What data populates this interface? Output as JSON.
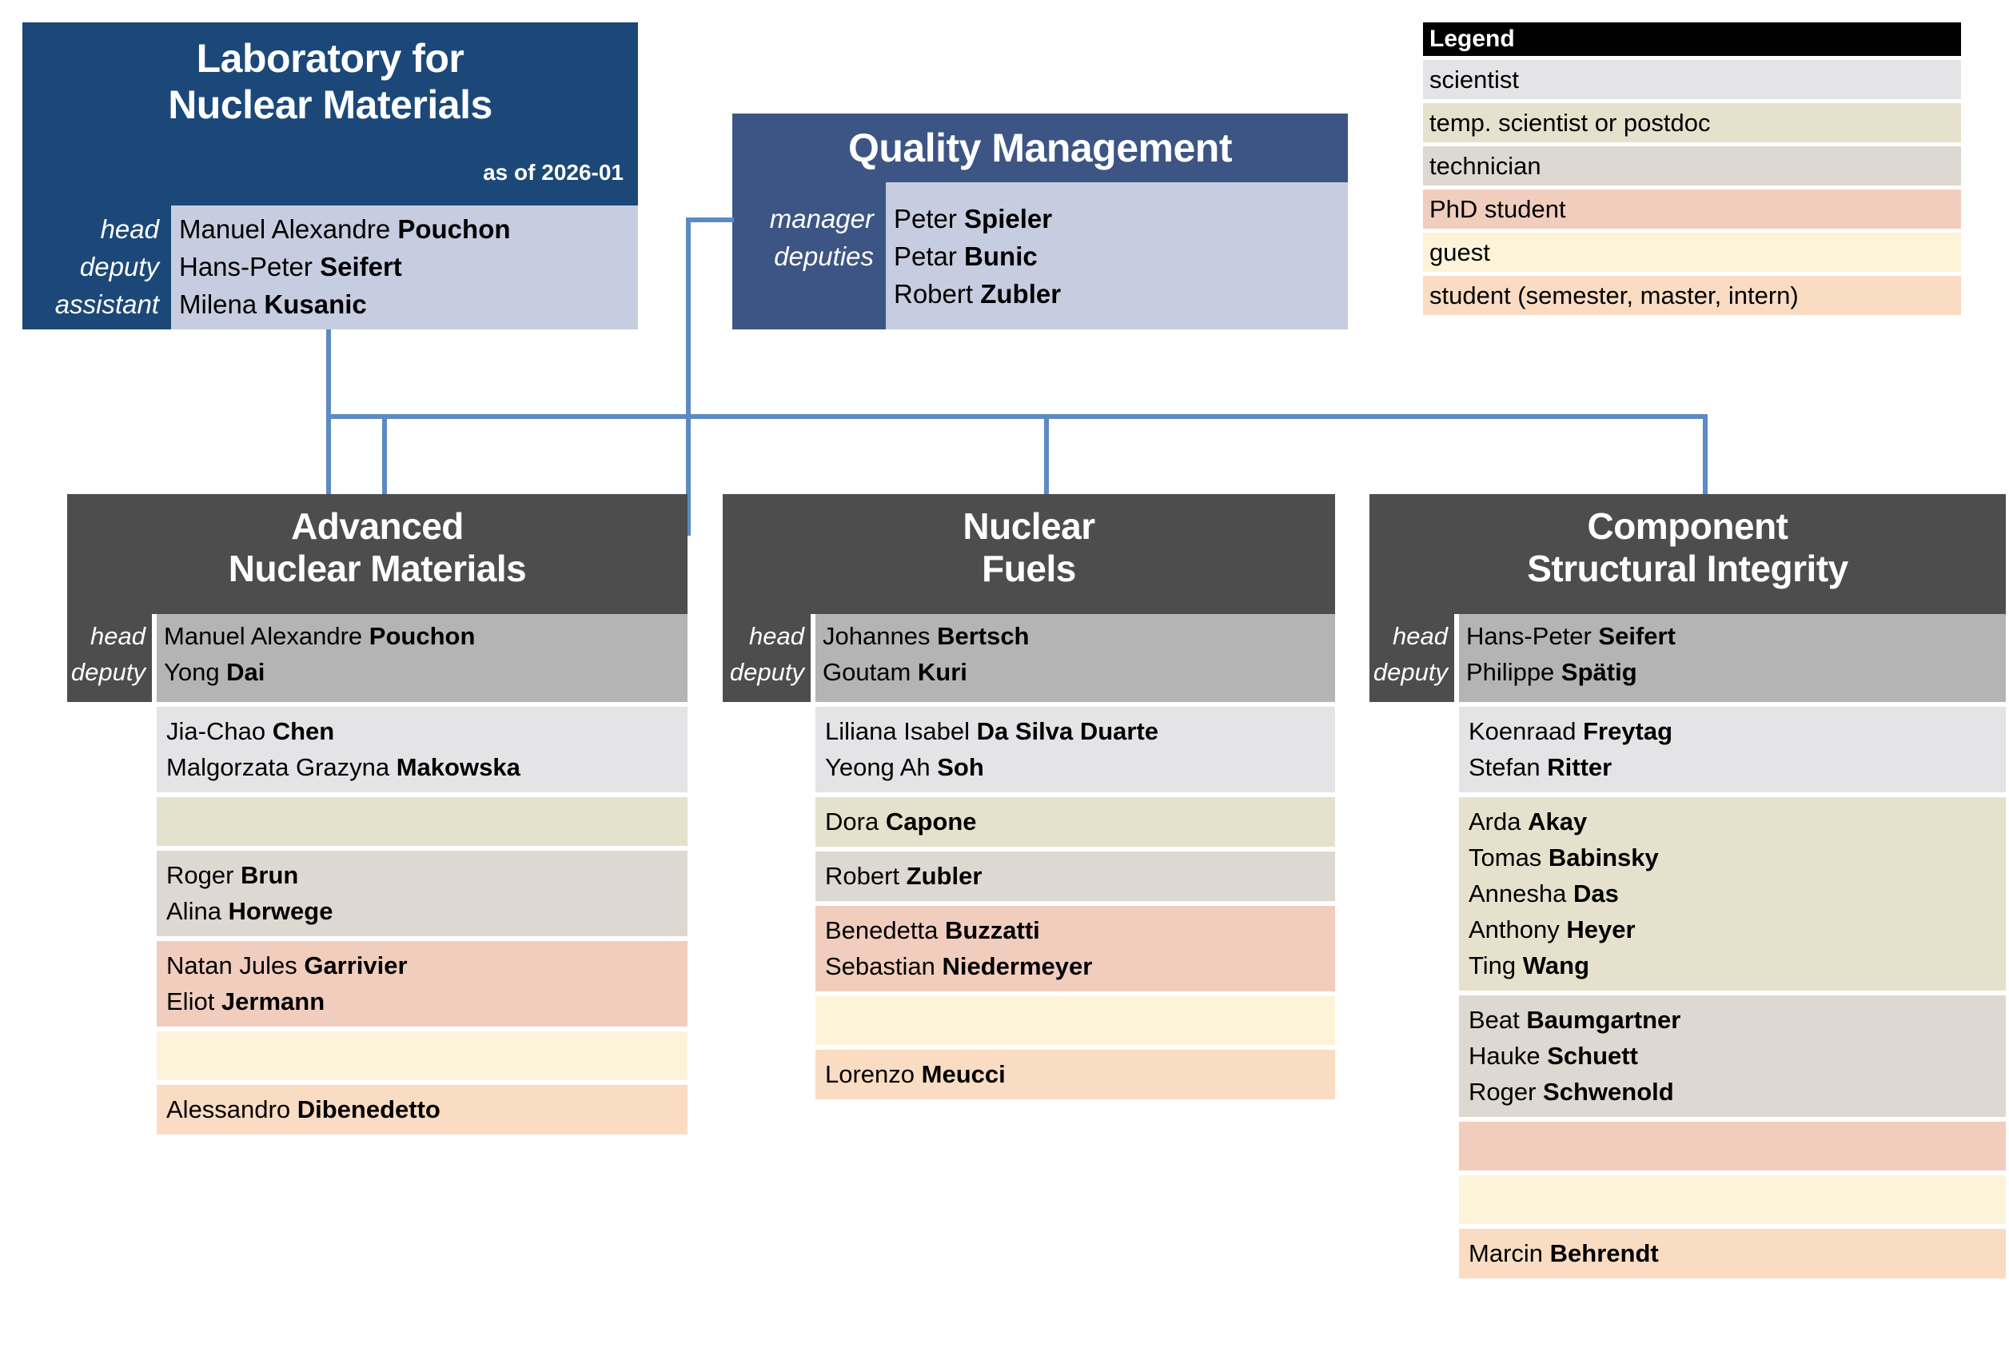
{
  "lab": {
    "title_line1": "Laboratory for",
    "title_line2": "Nuclear Materials",
    "as_of": "as of 2026-01",
    "roles": [
      "head",
      "deputy",
      "assistant"
    ],
    "people": [
      "Manuel Alexandre Pouchon",
      "Hans-Peter Seifert",
      "Milena Kusanic"
    ],
    "people_html": [
      "Manuel Alexandre <b>Pouchon</b>",
      "Hans-Peter <b>Seifert</b>",
      "Milena <b>Kusanic</b>"
    ],
    "header_color": "#1b4878",
    "body_color": "#c7cde0"
  },
  "quality_management": {
    "title": "Quality Management",
    "roles": [
      "manager",
      "deputies"
    ],
    "people": [
      "Peter Spieler",
      "Petar Bunic",
      "Robert Zubler"
    ],
    "people_html": [
      "Peter <b>Spieler</b>",
      "Petar <b>Bunic</b>",
      "Robert <b>Zubler</b>"
    ],
    "header_color": "#3c5584",
    "body_color": "#c7cde0"
  },
  "legend": {
    "title": "Legend",
    "title_bg": "#000000",
    "items": [
      {
        "label": "scientist",
        "color": "#e4e4e6"
      },
      {
        "label": "temp. scientist or postdoc",
        "color": "#e5e1cd"
      },
      {
        "label": "technician",
        "color": "#ded8d2"
      },
      {
        "label": "PhD student",
        "color": "#f1cdbe"
      },
      {
        "label": "guest",
        "color": "#fdf3d9"
      },
      {
        "label": "student (semester, master, intern)",
        "color": "#fadcc3"
      }
    ]
  },
  "connector_color": "#5b8ac4",
  "groups": [
    {
      "title_line1": "Advanced",
      "title_line2": "Nuclear Materials",
      "roles": [
        "head",
        "deputy"
      ],
      "leaders": [
        "Manuel Alexandre Pouchon",
        "Yong Dai"
      ],
      "leaders_html": [
        "Manuel Alexandre <b>Pouchon</b>",
        "Yong <b>Dai</b>"
      ],
      "categories": [
        {
          "legend": "scientist",
          "color": "#e4e4e6",
          "members": [
            "Jia-Chao Chen",
            "Malgorzata Grazyna Makowska"
          ],
          "members_html": [
            "Jia-Chao <b>Chen</b>",
            "Malgorzata Grazyna <b>Makowska</b>"
          ]
        },
        {
          "legend": "temp. scientist or postdoc",
          "color": "#e5e1cd",
          "members": [],
          "members_html": []
        },
        {
          "legend": "technician",
          "color": "#ded8d2",
          "members": [
            "Roger Brun",
            "Alina Horwege"
          ],
          "members_html": [
            "Roger <b>Brun</b>",
            "Alina <b>Horwege</b>"
          ]
        },
        {
          "legend": "PhD student",
          "color": "#f1cdbe",
          "members": [
            "Natan Jules Garrivier",
            "Eliot Jermann"
          ],
          "members_html": [
            "Natan Jules <b>Garrivier</b>",
            "Eliot <b>Jermann</b>"
          ]
        },
        {
          "legend": "guest",
          "color": "#fdf3d9",
          "members": [],
          "members_html": []
        },
        {
          "legend": "student (semester, master, intern)",
          "color": "#fadcc3",
          "members": [
            "Alessandro Dibenedetto"
          ],
          "members_html": [
            "Alessandro <b>Dibenedetto</b>"
          ]
        }
      ]
    },
    {
      "title_line1": "Nuclear",
      "title_line2": "Fuels",
      "roles": [
        "head",
        "deputy"
      ],
      "leaders": [
        "Johannes Bertsch",
        "Goutam Kuri"
      ],
      "leaders_html": [
        "Johannes <b>Bertsch</b>",
        "Goutam <b>Kuri</b>"
      ],
      "categories": [
        {
          "legend": "scientist",
          "color": "#e4e4e6",
          "members": [
            "Liliana Isabel Da Silva Duarte",
            "Yeong Ah Soh"
          ],
          "members_html": [
            "Liliana Isabel <b>Da Silva Duarte</b>",
            "Yeong Ah <b>Soh</b>"
          ]
        },
        {
          "legend": "temp. scientist or postdoc",
          "color": "#e5e1cd",
          "members": [
            "Dora Capone"
          ],
          "members_html": [
            "Dora <b>Capone</b>"
          ]
        },
        {
          "legend": "technician",
          "color": "#ded8d2",
          "members": [
            "Robert Zubler"
          ],
          "members_html": [
            "Robert <b>Zubler</b>"
          ]
        },
        {
          "legend": "PhD student",
          "color": "#f1cdbe",
          "members": [
            "Benedetta Buzzatti",
            "Sebastian Niedermeyer"
          ],
          "members_html": [
            "Benedetta <b>Buzzatti</b>",
            "Sebastian <b>Niedermeyer</b>"
          ]
        },
        {
          "legend": "guest",
          "color": "#fdf3d9",
          "members": [],
          "members_html": []
        },
        {
          "legend": "student (semester, master, intern)",
          "color": "#fadcc3",
          "members": [
            "Lorenzo Meucci"
          ],
          "members_html": [
            "Lorenzo <b>Meucci</b>"
          ]
        }
      ]
    },
    {
      "title_line1": "Component",
      "title_line2": "Structural Integrity",
      "roles": [
        "head",
        "deputy"
      ],
      "leaders": [
        "Hans-Peter Seifert",
        "Philippe Spätig"
      ],
      "leaders_html": [
        "Hans-Peter <b>Seifert</b>",
        "Philippe <b>Spätig</b>"
      ],
      "categories": [
        {
          "legend": "scientist",
          "color": "#e4e4e6",
          "members": [
            "Koenraad Freytag",
            "Stefan Ritter"
          ],
          "members_html": [
            "Koenraad <b>Freytag</b>",
            "Stefan <b>Ritter</b>"
          ]
        },
        {
          "legend": "temp. scientist or postdoc",
          "color": "#e5e1cd",
          "members": [
            "Arda Akay",
            "Tomas Babinsky",
            "Annesha Das",
            "Anthony Heyer",
            "Ting Wang"
          ],
          "members_html": [
            "Arda <b>Akay</b>",
            "Tomas <b>Babinsky</b>",
            "Annesha <b>Das</b>",
            "Anthony <b>Heyer</b>",
            "Ting <b>Wang</b>"
          ]
        },
        {
          "legend": "technician",
          "color": "#ded8d2",
          "members": [
            "Beat Baumgartner",
            "Hauke Schuett",
            "Roger Schwenold"
          ],
          "members_html": [
            "Beat <b>Baumgartner</b>",
            "Hauke <b>Schuett</b>",
            "Roger <b>Schwenold</b>"
          ]
        },
        {
          "legend": "PhD student",
          "color": "#f1cdbe",
          "members": [],
          "members_html": []
        },
        {
          "legend": "guest",
          "color": "#fdf3d9",
          "members": [],
          "members_html": []
        },
        {
          "legend": "student (semester, master, intern)",
          "color": "#fadcc3",
          "members": [
            "Marcin Behrendt"
          ],
          "members_html": [
            "Marcin <b>Behrendt</b>"
          ]
        }
      ]
    }
  ]
}
